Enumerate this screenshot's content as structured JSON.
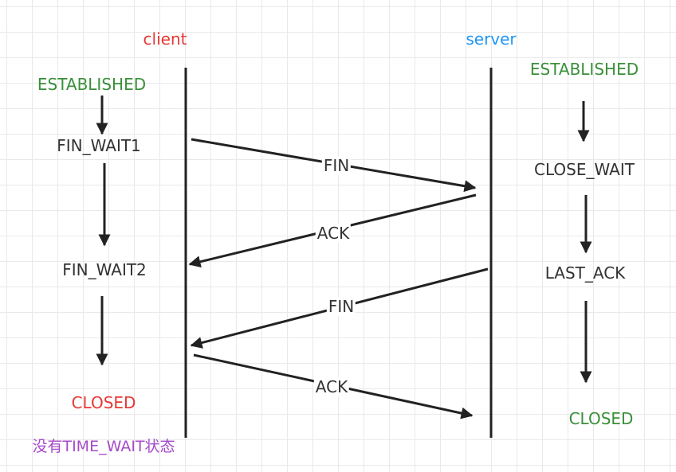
{
  "colors": {
    "client": "#e53935",
    "server": "#2196f3",
    "established": "#3a8f3a",
    "closed_client": "#e53935",
    "closed_server": "#3a8f3a",
    "note": "#a64ac9",
    "state": "#333333",
    "line": "#222222"
  },
  "diagram": {
    "client_title": "client",
    "server_title": "server",
    "client_states": [
      "ESTABLISHED",
      "FIN_WAIT1",
      "FIN_WAIT2",
      "CLOSED"
    ],
    "server_states": [
      "ESTABLISHED",
      "CLOSE_WAIT",
      "LAST_ACK",
      "CLOSED"
    ],
    "messages": [
      {
        "label": "FIN",
        "from": "client",
        "to": "server"
      },
      {
        "label": "ACK",
        "from": "server",
        "to": "client"
      },
      {
        "label": "FIN",
        "from": "server",
        "to": "client"
      },
      {
        "label": "ACK",
        "from": "client",
        "to": "server"
      }
    ],
    "note": "没有TIME_WAIT状态"
  }
}
